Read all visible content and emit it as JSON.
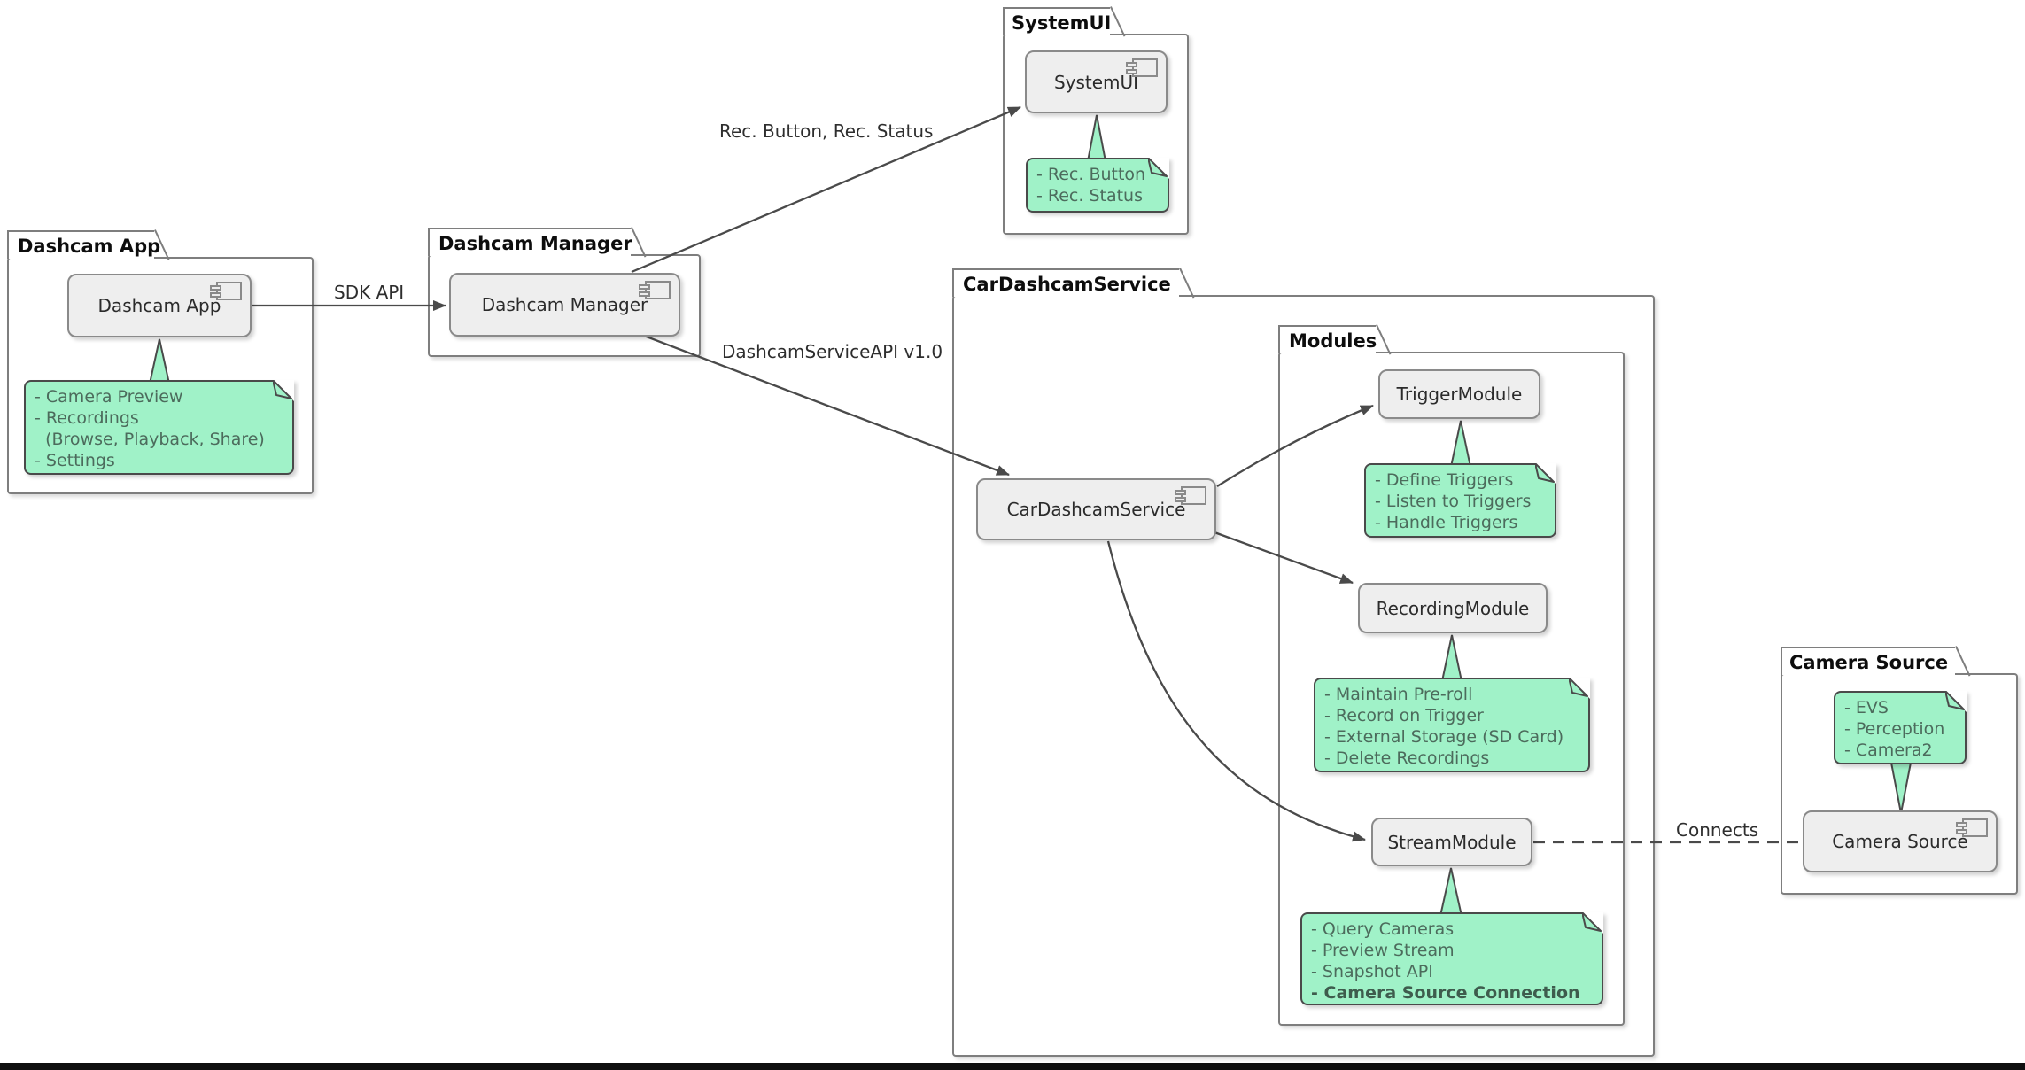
{
  "diagram_type": "uml-component-diagram",
  "colors": {
    "note_fill": "#A0F2C8",
    "note_border": "#4A4A4A",
    "note_text": "#4C6B5C",
    "component_fill": "#EEEEEE",
    "component_border": "#8A8A8A",
    "package_border": "#7E7E7E",
    "edge_line": "#4A4A4A",
    "label_text": "#2E2E2E",
    "bottom_bar": "#0F0F0F"
  },
  "packages": {
    "dashcam_app": {
      "title": "Dashcam App"
    },
    "dashcam_manager": {
      "title": "Dashcam Manager"
    },
    "systemui": {
      "title": "SystemUI"
    },
    "car_dashcam_service": {
      "title": "CarDashcamService"
    },
    "modules": {
      "title": "Modules"
    },
    "camera_source": {
      "title": "Camera Source"
    }
  },
  "components": {
    "dashcam_app": {
      "label": "Dashcam App"
    },
    "dashcam_manager": {
      "label": "Dashcam Manager"
    },
    "systemui": {
      "label": "SystemUI"
    },
    "car_dashcam_service": {
      "label": "CarDashcamService"
    },
    "trigger_module": {
      "label": "TriggerModule"
    },
    "recording_module": {
      "label": "RecordingModule"
    },
    "stream_module": {
      "label": "StreamModule"
    },
    "camera_source": {
      "label": "Camera Source"
    }
  },
  "notes": {
    "dashcam_app": {
      "lines": [
        "- Camera Preview",
        "- Recordings",
        "  (Browse, Playback, Share)",
        "- Settings"
      ]
    },
    "systemui": {
      "lines": [
        "- Rec. Button",
        "- Rec. Status"
      ]
    },
    "trigger_module": {
      "lines": [
        "- Define Triggers",
        "- Listen to Triggers",
        "- Handle Triggers"
      ]
    },
    "recording_module": {
      "lines": [
        "- Maintain Pre-roll",
        "- Record on Trigger",
        "- External Storage (SD Card)",
        "- Delete Recordings"
      ]
    },
    "stream_module": {
      "lines": [
        "- Query Cameras",
        "- Preview Stream",
        "- Snapshot API",
        "- Camera Source Connection"
      ],
      "last_line_bold": true
    },
    "camera_source": {
      "lines": [
        "- EVS",
        "- Perception",
        "- Camera2"
      ]
    }
  },
  "edges": {
    "sdk_api": {
      "label": "SDK API"
    },
    "rec_button_status": {
      "label": "Rec. Button, Rec. Status"
    },
    "dashcam_service_api": {
      "label": "DashcamServiceAPI v1.0"
    },
    "connects": {
      "label": "Connects"
    }
  }
}
